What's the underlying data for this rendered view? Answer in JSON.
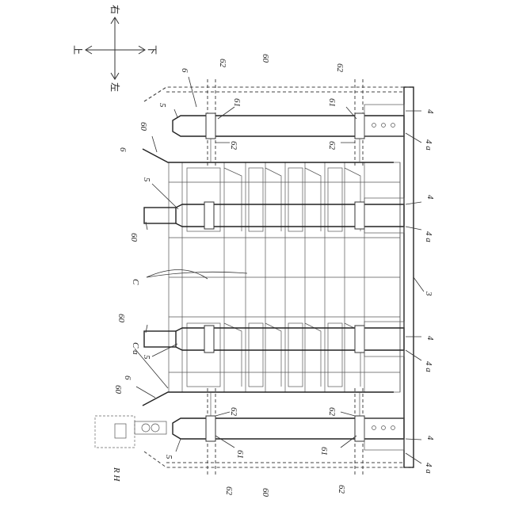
{
  "directions": {
    "up": "上",
    "down": "下",
    "left": "左",
    "right": "右"
  },
  "labels": {
    "n6_top": "6",
    "n62_tl": "62",
    "n60_top": "60",
    "n62_tr": "62",
    "n5_top": "5",
    "n61_tl": "61",
    "n61_tr": "61",
    "n4_1": "4",
    "n4a_1": "4 a",
    "n60_left1": "60",
    "n6_left1": "6",
    "n62_ml": "62",
    "n62_mr": "62",
    "n5_mid1": "5",
    "n4_2": "4",
    "n4a_2": "4 a",
    "n60_left2": "60",
    "n3": "3",
    "nC": "C",
    "n60_left3": "60",
    "nCa": "C a",
    "n5_mid2": "5",
    "n4_3": "4",
    "n4a_3": "4 a",
    "n6_left2": "6",
    "n60_left4": "60",
    "n62_bl": "62",
    "n62_br": "62",
    "nRH": "R H",
    "n5_bot": "5",
    "n61_bl": "61",
    "n61_br": "61",
    "n4_4": "4",
    "n4a_4": "4 a",
    "n62_bl2": "62",
    "n60_bot": "60",
    "n62_br2": "62"
  }
}
